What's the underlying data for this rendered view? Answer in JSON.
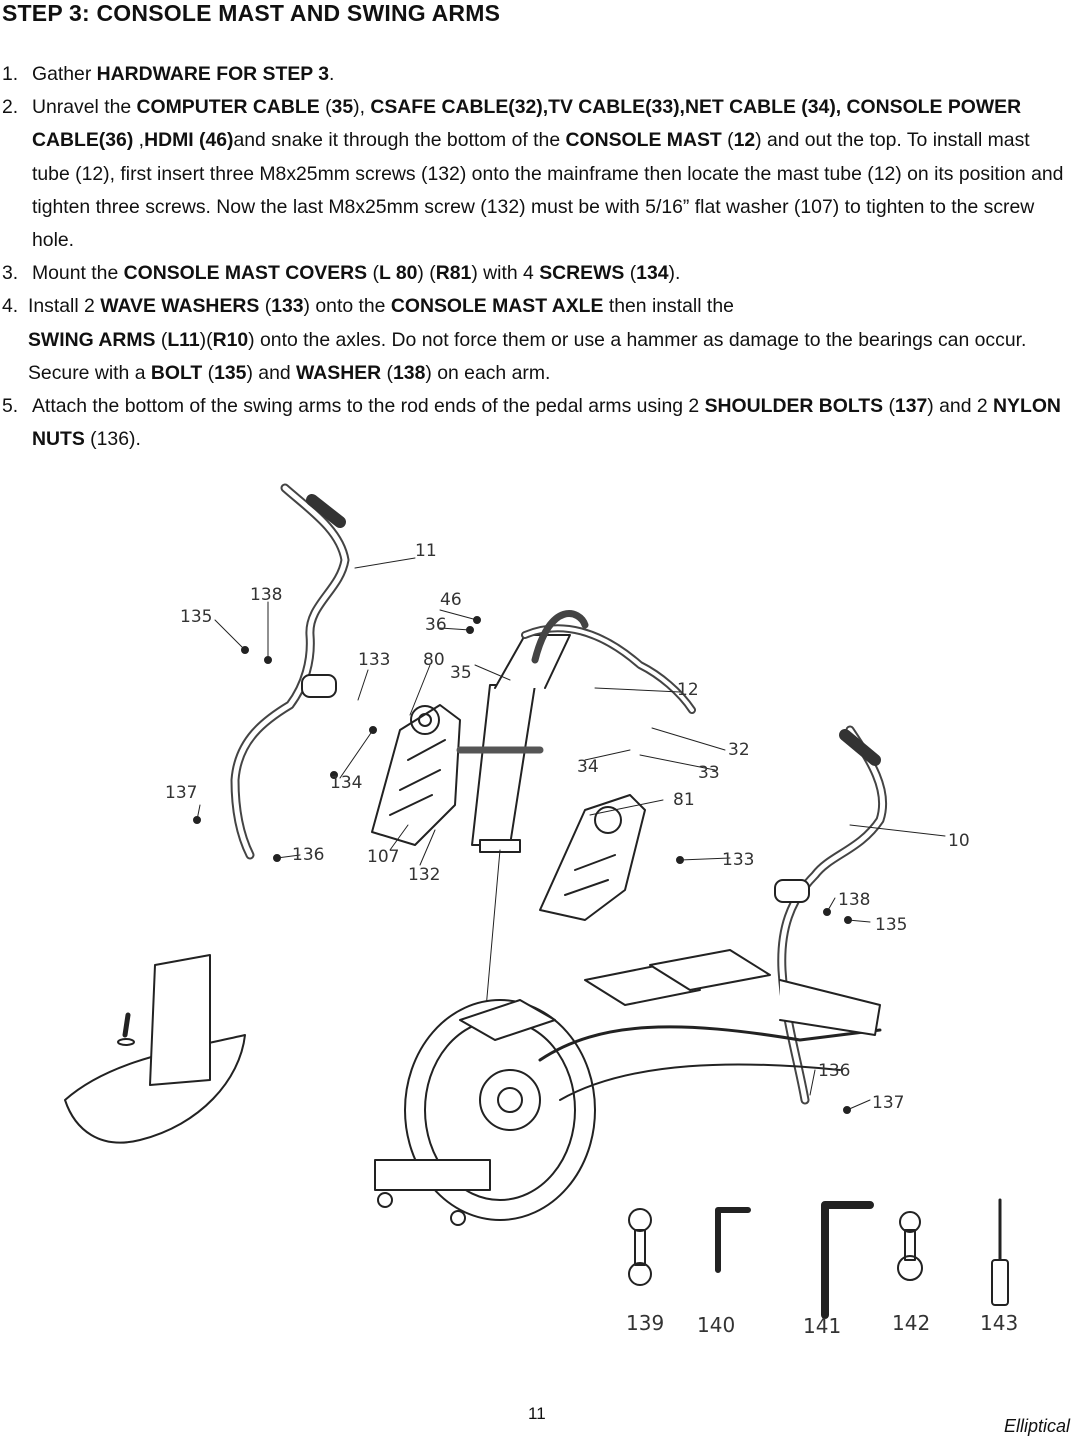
{
  "title": "STEP 3: CONSOLE MAST AND SWING ARMS",
  "steps": {
    "s1": {
      "num": "1.",
      "t1": "Gather ",
      "b1": "HARDWARE FOR STEP 3",
      "t2": "."
    },
    "s2": {
      "num": "2.",
      "t1": "Unravel the ",
      "b1": "COMPUTER CABLE",
      "t2": " (",
      "b2": "35",
      "t3": "), ",
      "b3": "CSAFE CABLE(32),TV CABLE(33),NET CABLE (34), CONSOLE POWER CABLE(36)",
      "t4": " ,",
      "b4": "HDMI (46)",
      "t5": "and snake it through the bottom of the ",
      "b5": "CONSOLE MAST",
      "t6": " (",
      "b6": "12",
      "t7": ") and out the top. To install mast tube (12), first insert three M8x25mm screws (132) onto the mainframe then locate the mast tube (12) on its position and tighten three screws. Now the last M8x25mm screw (132) must be with 5/16” flat washer (107) to tighten to the screw hole."
    },
    "s3": {
      "num": "3.",
      "t1": "Mount the ",
      "b1": "CONSOLE MAST COVERS",
      "t2": " (",
      "b2": "L 80",
      "t3": ") (",
      "b3": "R81",
      "t4": ") with 4 ",
      "b4": "SCREWS",
      "t5": " (",
      "b5": "134",
      "t6": ")."
    },
    "s4": {
      "num": "4.",
      "t1": "Install 2 ",
      "b1": "WAVE WASHERS",
      "t2": " (",
      "b2": "133",
      "t3": ") onto the ",
      "b3": "CONSOLE MAST AXLE",
      "t4": " then install the",
      "b4": "SWING ARMS",
      "t5": " (",
      "b5": "L11",
      "t6": ")(",
      "b6": "R10",
      "t7": ") onto the axles. Do not force them or use a hammer as damage to the bearings can occur. Secure with a ",
      "b7": "BOLT",
      "t8": " (",
      "b8": "135",
      "t9": ") and ",
      "b9": "WASHER",
      "t10": " (",
      "b10": "138",
      "t11": ") on each arm."
    },
    "s5": {
      "num": "5.",
      "t1": "Attach the bottom of the swing arms to the rod ends of the pedal arms using 2 ",
      "b1": "SHOULDER BOLTS",
      "t2": " (",
      "b2": "137",
      "t3": ") and 2 ",
      "b3": "NYLON NUTS",
      "t4": " (136)."
    }
  },
  "callouts": {
    "c11": "11",
    "c138a": "138",
    "c135a": "135",
    "c46": "46",
    "c36": "36",
    "c133a": "133",
    "c80": "80",
    "c35": "35",
    "c12": "12",
    "c32": "32",
    "c34": "34",
    "c33": "33",
    "c134": "134",
    "c81": "81",
    "c137a": "137",
    "c136a": "136",
    "c107": "107",
    "c132": "132",
    "c133b": "133",
    "c10": "10",
    "c138b": "138",
    "c135b": "135",
    "c136b": "136",
    "c137b": "137"
  },
  "tools": {
    "t139": "139",
    "t140": "140",
    "t141": "141",
    "t142": "142",
    "t143": "143"
  },
  "page_number": "11",
  "footer": "Elliptical"
}
